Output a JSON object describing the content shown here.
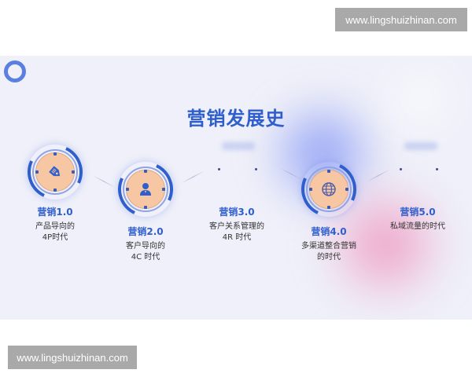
{
  "watermarks": {
    "top": "www.lingshuizhinan.com",
    "bottom": "www.lingshuizhinan.com"
  },
  "slide": {
    "title": "营销发展史",
    "accent_color": "#2f5fcc",
    "node_fill_color": "#f6c7a2",
    "stages": [
      {
        "heading": "营销1.0",
        "line1": "产品导向的",
        "line2": "4P时代",
        "icon": "price-tag-icon",
        "visible_circle": true
      },
      {
        "heading": "营销2.0",
        "line1": "客户导向的",
        "line2": "4C 时代",
        "icon": "person-icon",
        "visible_circle": true
      },
      {
        "heading": "营销3.0",
        "line1": "客户关系管理的",
        "line2": "4R 时代",
        "icon": "",
        "visible_circle": false
      },
      {
        "heading": "营销4.0",
        "line1": "多渠道整合营销",
        "line2": "的时代",
        "icon": "globe-icon",
        "visible_circle": true
      },
      {
        "heading": "营销5.0",
        "line1": "私域流量的时代",
        "line2": "",
        "icon": "",
        "visible_circle": false
      }
    ]
  }
}
